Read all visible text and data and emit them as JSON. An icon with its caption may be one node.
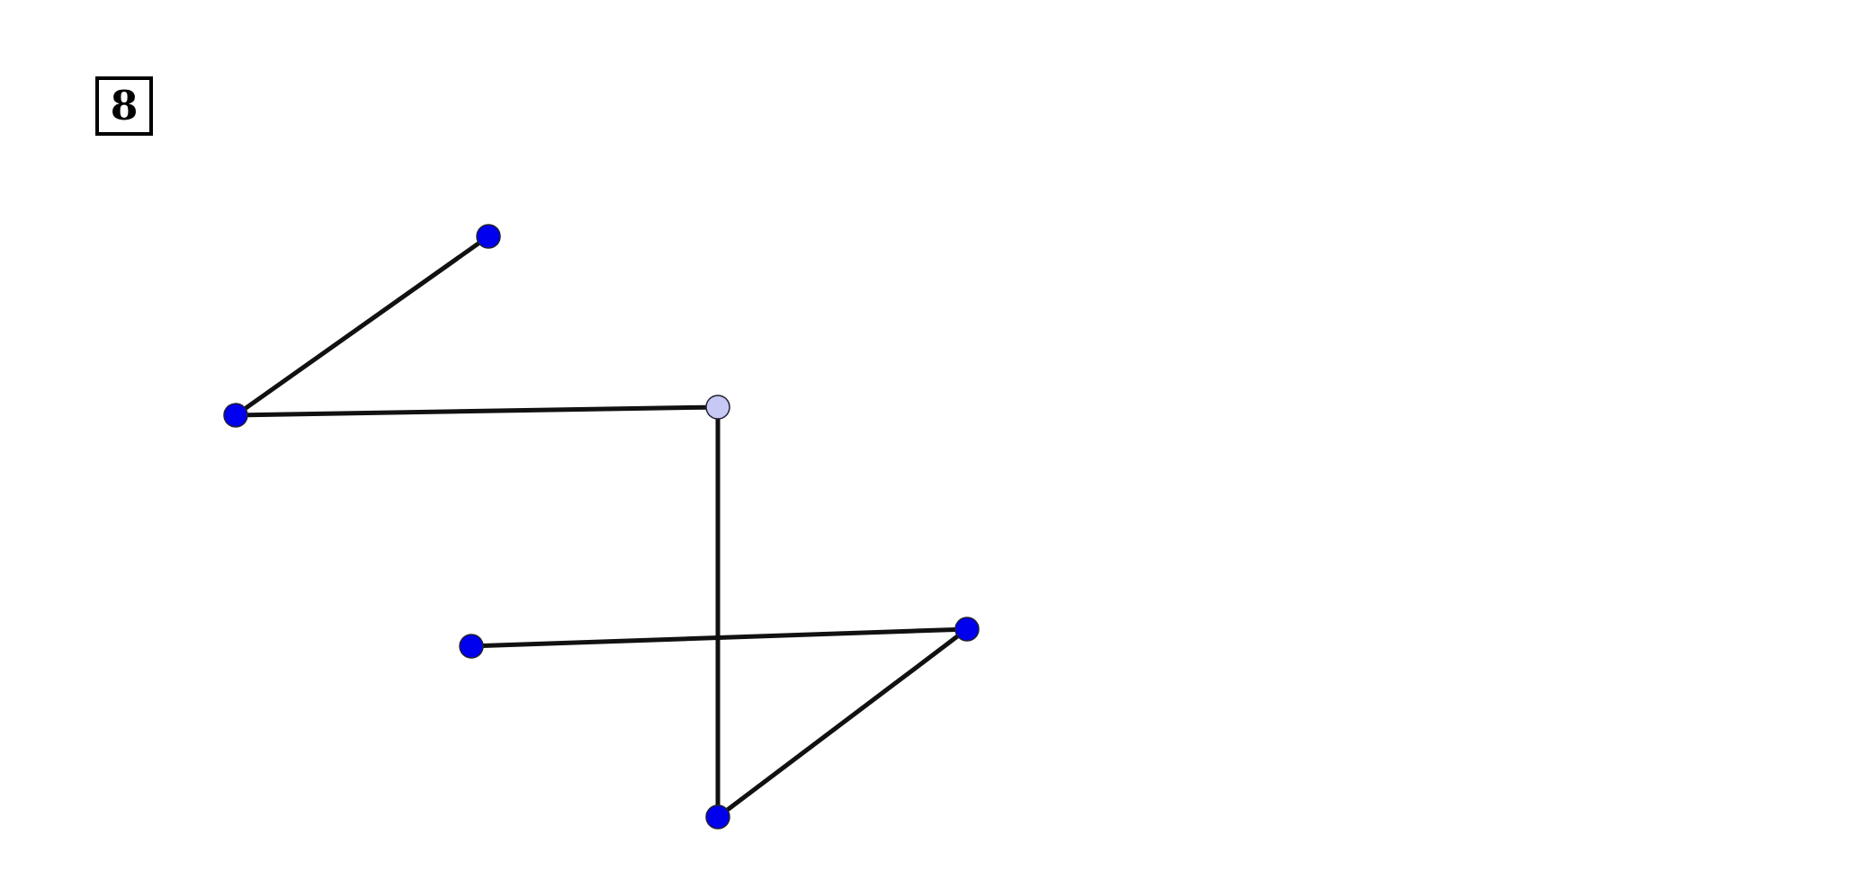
{
  "diagram": {
    "nodes": [
      {
        "text": [
          "8"
        ]
      },
      {
        "text": [],
        "shape": "circle"
      },
      {
        "text": [],
        "shape": "circle"
      },
      {
        "text": [],
        "shape": "circle"
      },
      {
        "text": [],
        "shape": "circle"
      },
      {
        "text": [],
        "shape": "circle"
      },
      {
        "text": [],
        "shape": "circle"
      }
    ],
    "edges": [
      {
        "from": 3,
        "to": 1,
        "arrow": "none"
      },
      {
        "from": 1,
        "to": 4,
        "arrow": "none"
      },
      {
        "from": 4,
        "to": 5,
        "arrow": "none"
      },
      {
        "from": 5,
        "to": 6,
        "arrow": "none"
      },
      {
        "from": 6,
        "to": 2,
        "arrow": "none"
      }
    ]
  }
}
